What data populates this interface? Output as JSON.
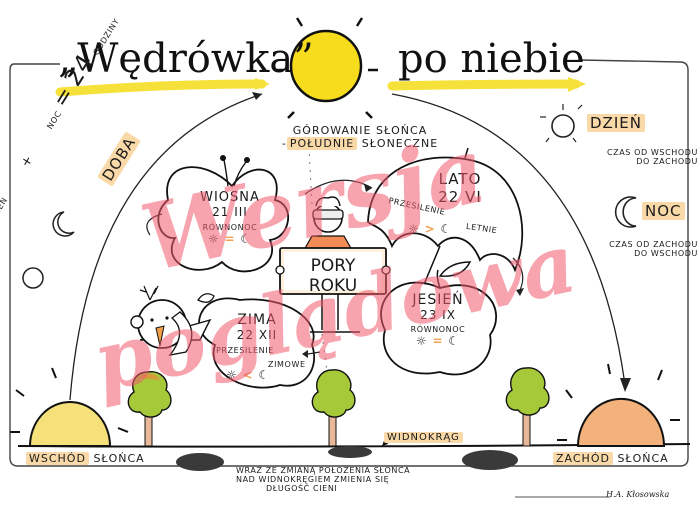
{
  "title": {
    "left": "„Wędrówka”",
    "right": "po niebie"
  },
  "zenith": {
    "line1": "GÓROWANIE SŁOŃCA",
    "line2_prefix": "-",
    "line2_highlight": "POŁUDNIE",
    "line2_rest": "SŁONECZNE"
  },
  "day_definition": {
    "label": "DZIEŃ",
    "description_line1": "CZAS OD WSCHODU",
    "description_line2": "DO ZACHODU",
    "icon": "sun-icon"
  },
  "night_definition": {
    "label": "NOC",
    "description_line1": "CZAS OD ZACHODU",
    "description_line2": "DO WSCHODU",
    "icon": "moon-icon"
  },
  "equation": {
    "day_label": "DZIEŃ",
    "plus": "+",
    "night_label": "NOC",
    "equals": "=",
    "hours": "24",
    "hours_unit": "GODZINY",
    "result": "DOBA"
  },
  "center": {
    "sign": "PORY ROKU",
    "figure": "person-with-goggles-holding-sign"
  },
  "seasons": [
    {
      "name": "WIOSNA",
      "date": "21 III",
      "event": "RÓWNONOC",
      "relation": "=",
      "shape": "butterfly"
    },
    {
      "name": "LATO",
      "date": "22 VI",
      "event_line1": "PRZESILENIE",
      "event_line2": "LETNIE",
      "relation": ">",
      "shape": "umbrella"
    },
    {
      "name": "JESIEŃ",
      "date": "23 IX",
      "event": "RÓWNONOC",
      "relation": "=",
      "shape": "apple"
    },
    {
      "name": "ZIMA",
      "date": "22 XII",
      "event_line1": "PRZESILENIE",
      "event_line2": "ZIMOWE",
      "relation": "<",
      "shape": "snowman-speech-bubble"
    }
  ],
  "ground": {
    "sunrise_highlight": "WSCHÓD",
    "sunrise_rest": "SŁOŃCA",
    "sunset_highlight": "ZACHÓD",
    "sunset_rest": "SŁOŃCA",
    "horizon_label": "WIDNOKRĄG",
    "note_line1": "WRAZ ZE ZMIANĄ POŁOŻENIA SŁOŃCA",
    "note_line2": "NAD WIDNOKRĘGIEM ZMIENIA SIĘ",
    "note_line3": "DŁUGOŚĆ CIENI"
  },
  "signature": "H.A. Kłosowska",
  "watermark": {
    "line1": "Wersja",
    "line2": "poglądowa"
  },
  "colors": {
    "sun_yellow": "#f7dc1e",
    "sunrise_yellow": "#f6e07a",
    "sunset_orange": "#f3b27c",
    "highlight_peach": "#f9d9a8",
    "tree_green": "#a6c93a",
    "shadow_gray": "#3a3a3a",
    "watermark_pink": "#f05a6e",
    "title_arrow_yellow": "#f5e13a"
  }
}
